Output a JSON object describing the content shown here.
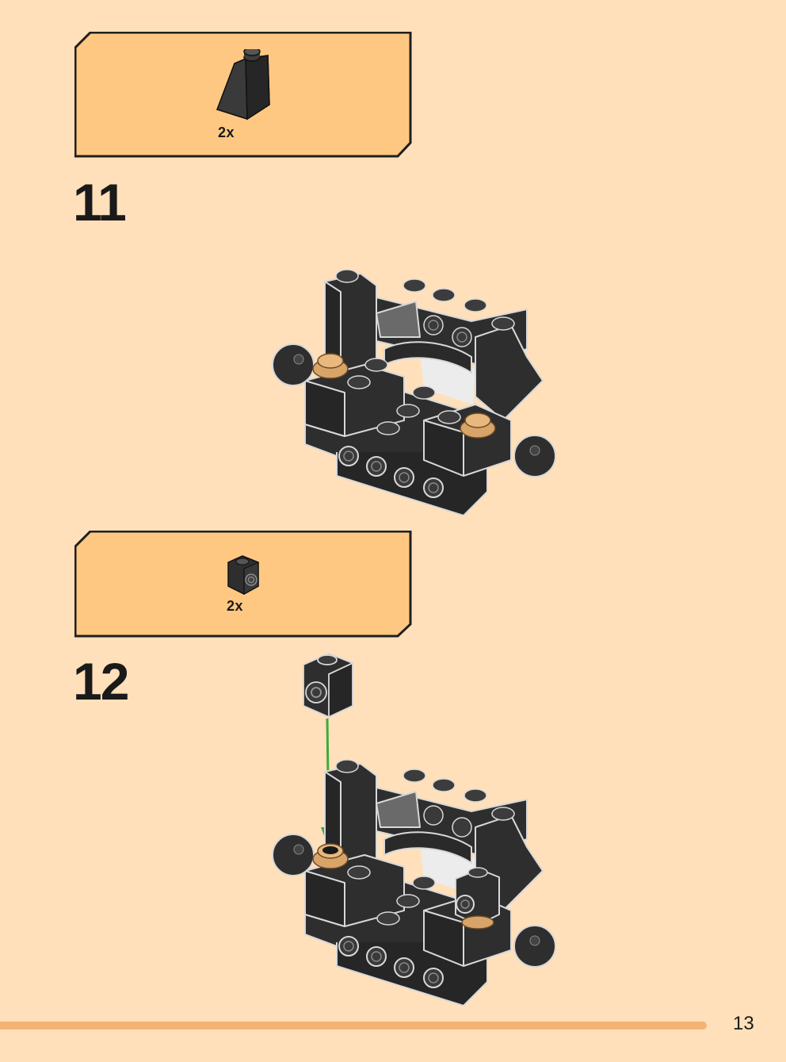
{
  "page": {
    "number": "13"
  },
  "steps": [
    {
      "number": "11",
      "parts": [
        {
          "part": "slope-2x1-dark-gray",
          "quantity": "2x"
        }
      ]
    },
    {
      "number": "12",
      "parts": [
        {
          "part": "brick-1x1-stud-side-dark-gray",
          "quantity": "2x"
        }
      ]
    }
  ],
  "colors": {
    "page_background": "#FFE0BA",
    "parts_box_fill": "#FFC882",
    "brick": "#2E2E2E",
    "stud_highlight": "#5a5a5a",
    "tan_plate": "#D9A46A",
    "arrow": "#3DAA3D",
    "footer_bar": "#F6B272"
  }
}
